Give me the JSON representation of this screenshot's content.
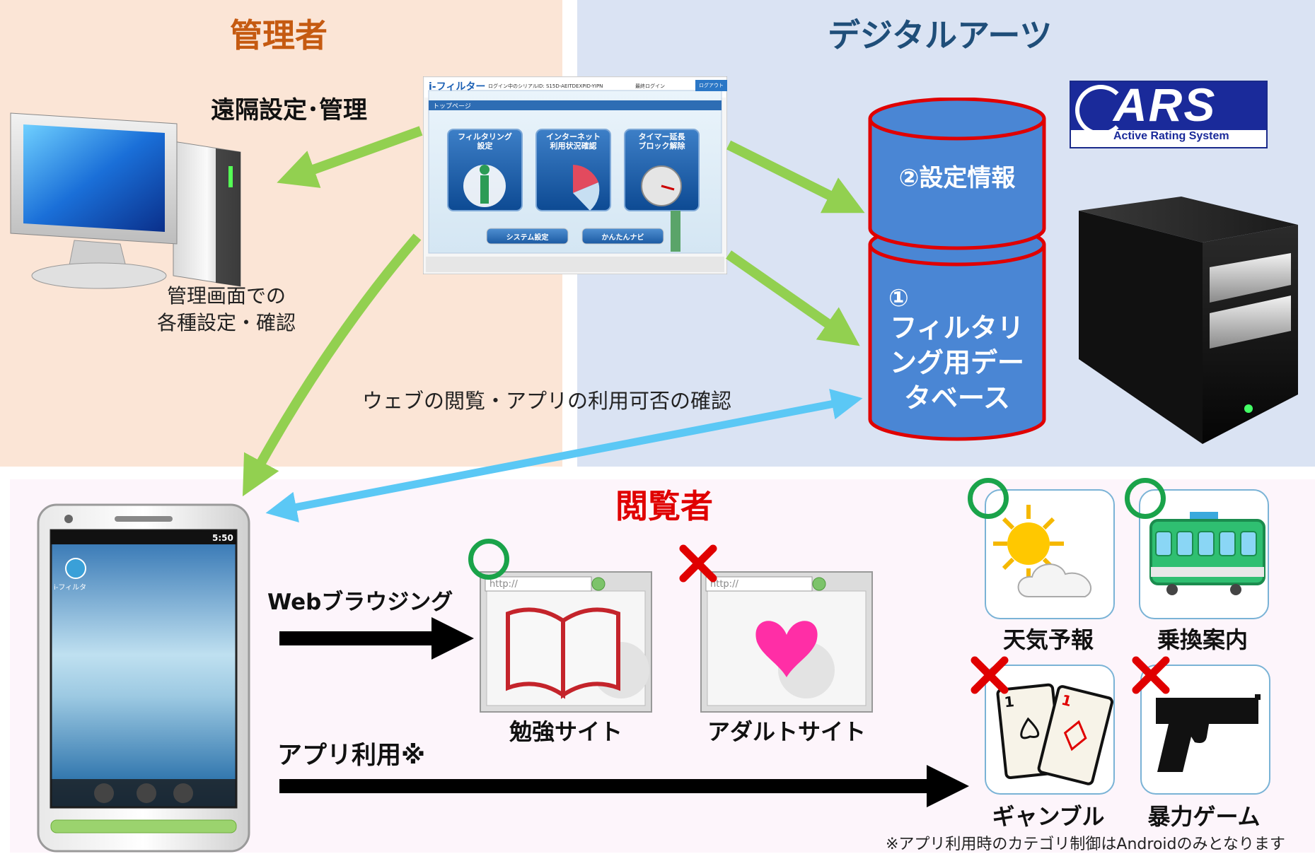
{
  "sections": {
    "admin_title": "管理者",
    "digitalarts_title": "デジタルアーツ",
    "viewer_title": "閲覧者"
  },
  "admin": {
    "remote_label": "遠隔設定･管理",
    "caption_line1": "管理画面での",
    "caption_line2": "各種設定・確認"
  },
  "digitalarts": {
    "db_top_label": "②設定情報",
    "db_bottom_num": "①",
    "db_bottom_line1": "フィルタリ",
    "db_bottom_line2": "ング用デー",
    "db_bottom_line3": "タベース",
    "ars_logo_text": "ARS",
    "ars_logo_sub": "Active Rating System"
  },
  "connection_label": "ウェブの閲覧・アプリの利用可否の確認",
  "screenshot": {
    "logo": "i-フィルター",
    "serial_text": "ログイン中のシリアルID: S15D-AEITDEXPID-YIPN",
    "login_label": "最終ログイン",
    "logout_label": "ログアウト",
    "breadcrumb": "トップページ",
    "btn1_line1": "フィルタリング",
    "btn1_line2": "設定",
    "btn2_line1": "インターネット",
    "btn2_line2": "利用状況確認",
    "btn3_line1": "タイマー延長",
    "btn3_line2": "ブロック解除",
    "sys_btn": "システム設定",
    "navi_btn": "かんたんナビ"
  },
  "phone": {
    "time": "5:50",
    "app_icon_label": "i-フィルタ"
  },
  "browsing": {
    "web_label": "Webブラウジング",
    "app_label": "アプリ利用※",
    "site_ok_label": "勉強サイト",
    "site_ng_label": "アダルトサイト",
    "url_text": "http://"
  },
  "apps": [
    {
      "label": "天気予報",
      "status": "ok",
      "icon": "weather-icon"
    },
    {
      "label": "乗換案内",
      "status": "ok",
      "icon": "train-icon"
    },
    {
      "label": "ギャンブル",
      "status": "ng",
      "icon": "cards-icon"
    },
    {
      "label": "暴力ゲーム",
      "status": "ng",
      "icon": "gun-icon"
    }
  ],
  "footnote": "※アプリ利用時のカテゴリ制御はAndroidのみとなります",
  "colors": {
    "admin_bg": "#fbe5d6",
    "digitalarts_bg": "#dae3f3",
    "viewer_bg": "#fdf5fb",
    "green_arrow": "#92d050",
    "blue_arrow": "#5bc8f5",
    "db_fill": "#4a86d4",
    "db_border": "#e00000",
    "ok_mark": "#1aa34a",
    "ng_mark": "#e00000"
  }
}
